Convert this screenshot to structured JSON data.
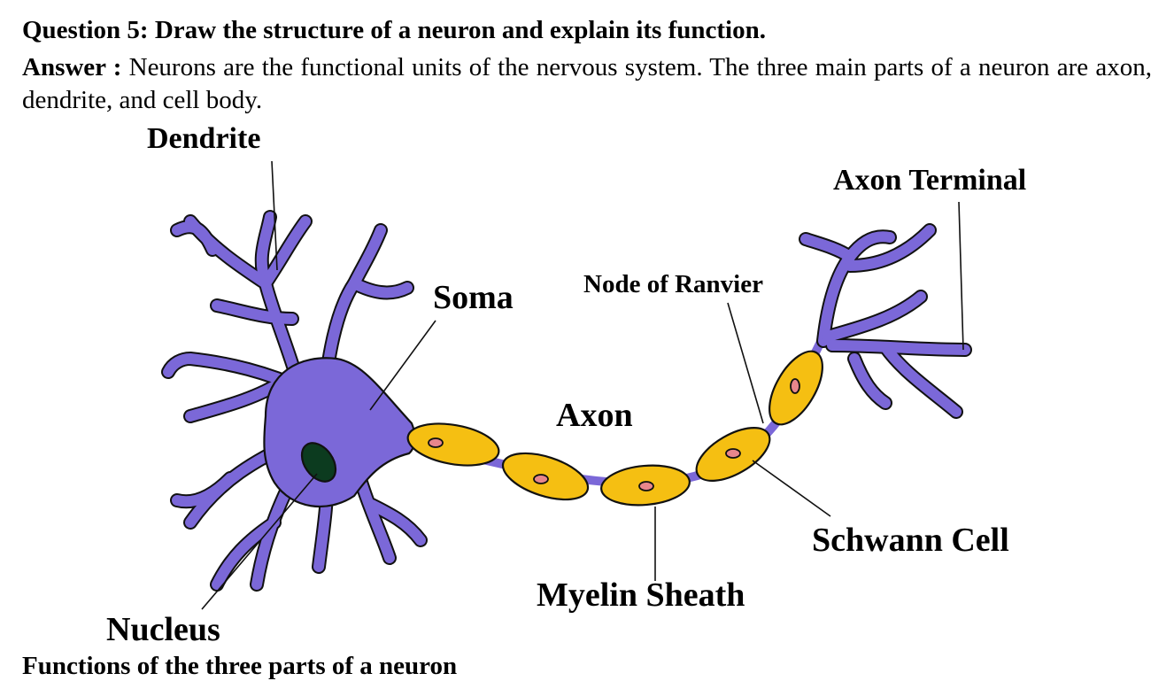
{
  "question": {
    "title": "Question 5:  Draw the structure of a neuron and explain its function.",
    "answer_label": "Answer :",
    "answer_text": " Neurons are the functional units of the nervous system. The three main parts of a neuron are axon, dendrite, and cell body."
  },
  "diagram": {
    "labels": {
      "dendrite": "Dendrite",
      "soma": "Soma",
      "node_of_ranvier": "Node of Ranvier",
      "axon_terminal": "Axon Terminal",
      "axon": "Axon",
      "schwann_cell": "Schwann Cell",
      "myelin_sheath": "Myelin Sheath",
      "nucleus": "Nucleus"
    },
    "colors": {
      "cell": "#7b68d8",
      "myelin": "#f5bf12",
      "schwann_nucleus": "#e8868c",
      "nucleus": "#0c3b1f"
    }
  },
  "next_heading": "Functions of the three parts of a neuron"
}
